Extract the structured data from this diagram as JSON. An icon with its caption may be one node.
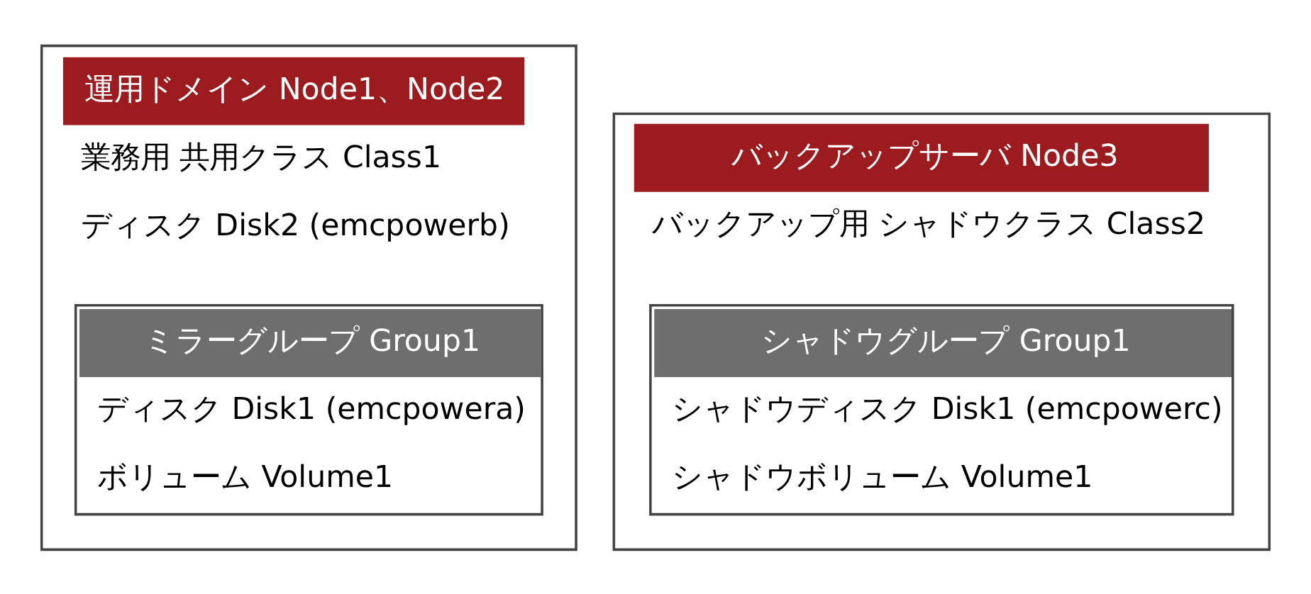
{
  "diagram": {
    "nodes": [
      {
        "text": [
          "運用ドメイン Node1、Node2",
          "業務用 共用クラス Class1",
          "ディスク Disk2 (emcpowerb)"
        ]
      },
      {
        "text": [
          "ミラーグループ Group1",
          "ディスク Disk1 (emcpowera)",
          "ボリューム Volume1"
        ],
        "in": 0
      },
      {
        "text": [
          "バックアップサーバ Node3",
          "バックアップ用 シャドウクラス Class2"
        ]
      },
      {
        "text": [
          "シャドウグループ Group1",
          "シャドウディスク Disk1 (emcpowerc)",
          "シャドウボリューム Volume1"
        ],
        "in": 2
      }
    ]
  }
}
